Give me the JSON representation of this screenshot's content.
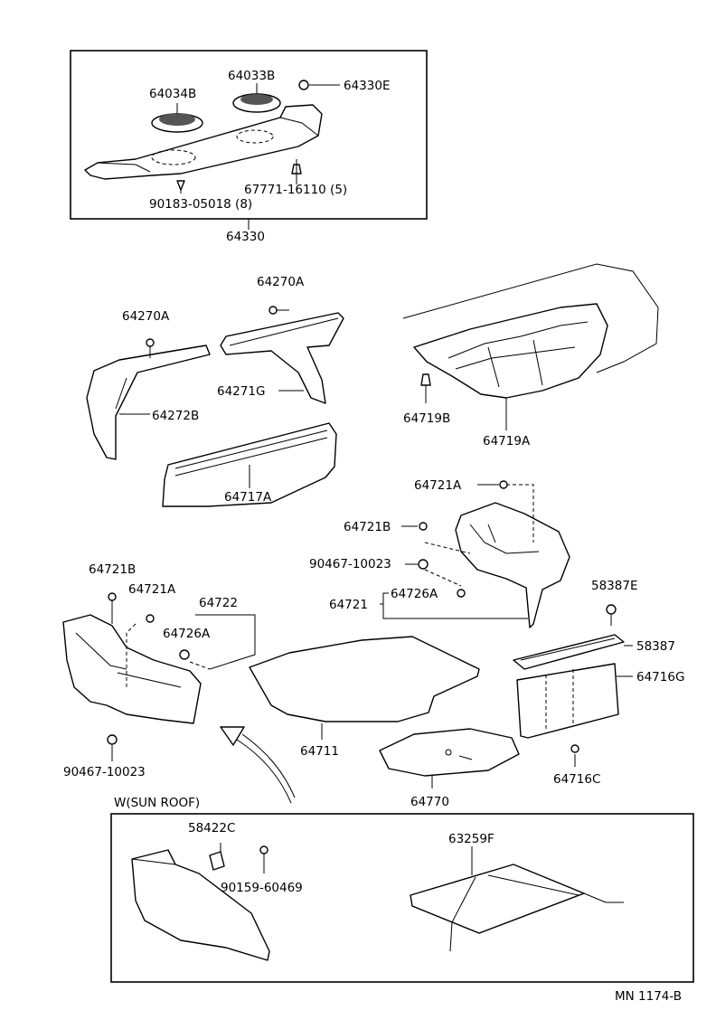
{
  "labels": {
    "p64034B": "64034B",
    "p64033B": "64033B",
    "p64330E": "64330E",
    "p67771": "67771-16110 (5)",
    "p90183": "90183-05018 (8)",
    "p64330": "64330",
    "p64270A_top": "64270A",
    "p64270A_left": "64270A",
    "p64271G": "64271G",
    "p64272B": "64272B",
    "p64717A": "64717A",
    "p64719B": "64719B",
    "p64719A": "64719A",
    "p64721A_right": "64721A",
    "p64721B_right": "64721B",
    "p90467_right": "90467-10023",
    "p64721": "64721",
    "p64726A_right": "64726A",
    "p64721B_left": "64721B",
    "p64721A_left": "64721A",
    "p64722": "64722",
    "p64726A_left": "64726A",
    "p90467_left": "90467-10023",
    "p64711": "64711",
    "p64770": "64770",
    "p58387E": "58387E",
    "p58387": "58387",
    "p64716G": "64716G",
    "p64716C": "64716C",
    "sunroof_caption": "W(SUN  ROOF)",
    "p58422C": "58422C",
    "p90159": "90159-60469",
    "p63259F": "63259F",
    "diagram_id": "MN 1174-B"
  }
}
